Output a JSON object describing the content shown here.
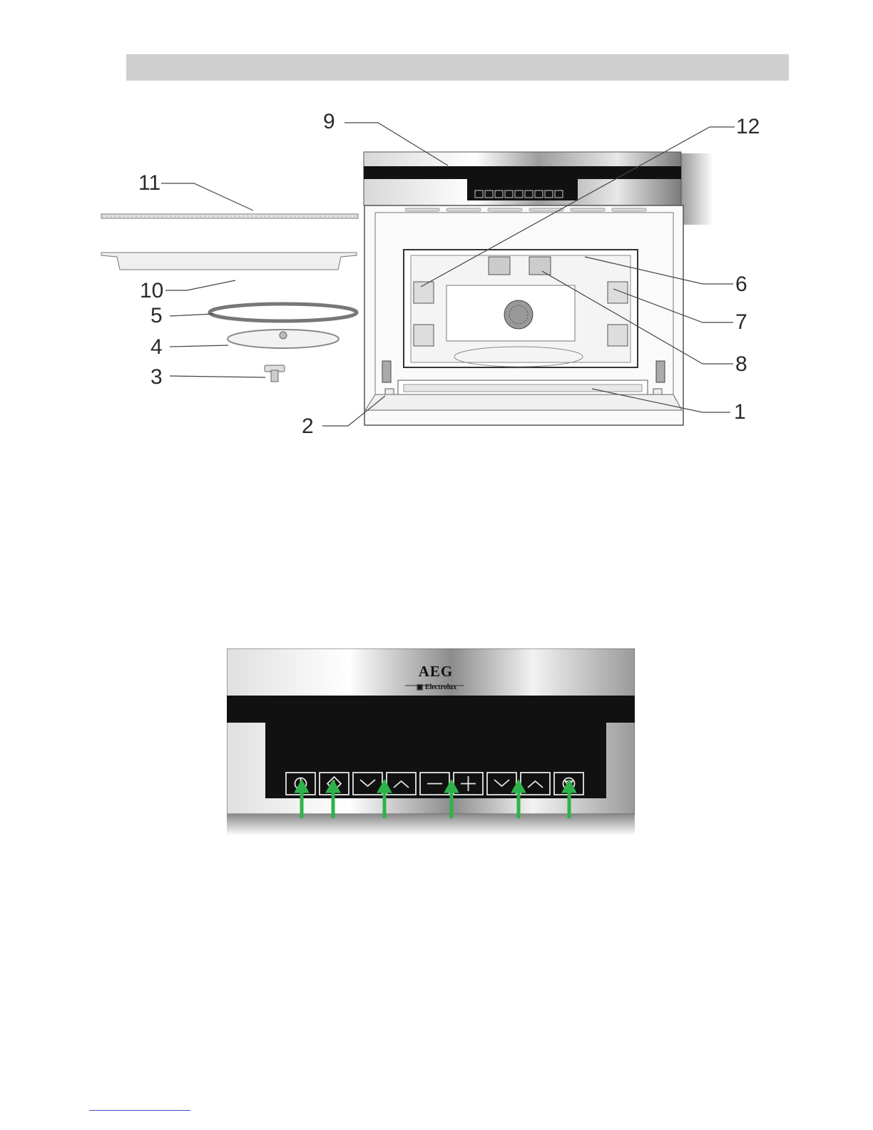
{
  "callouts": {
    "n1": "1",
    "n2": "2",
    "n3": "3",
    "n4": "4",
    "n5": "5",
    "n6": "6",
    "n7": "7",
    "n8": "8",
    "n9": "9",
    "n10": "10",
    "n11": "11",
    "n12": "12"
  },
  "brand": {
    "logo": "AEG",
    "sub_logo": "Electrolux"
  },
  "control_panel": {
    "buttons": [
      {
        "icon": "power-icon"
      },
      {
        "icon": "diamond-arrow-icon"
      },
      {
        "icon": "chevron-down-icon"
      },
      {
        "icon": "chevron-up-icon"
      },
      {
        "icon": "minus-icon"
      },
      {
        "icon": "plus-icon"
      },
      {
        "icon": "chevron-down-icon"
      },
      {
        "icon": "chevron-up-icon"
      },
      {
        "icon": "triangle-down-circle-icon"
      }
    ],
    "arrow_color": "#2db34a"
  }
}
